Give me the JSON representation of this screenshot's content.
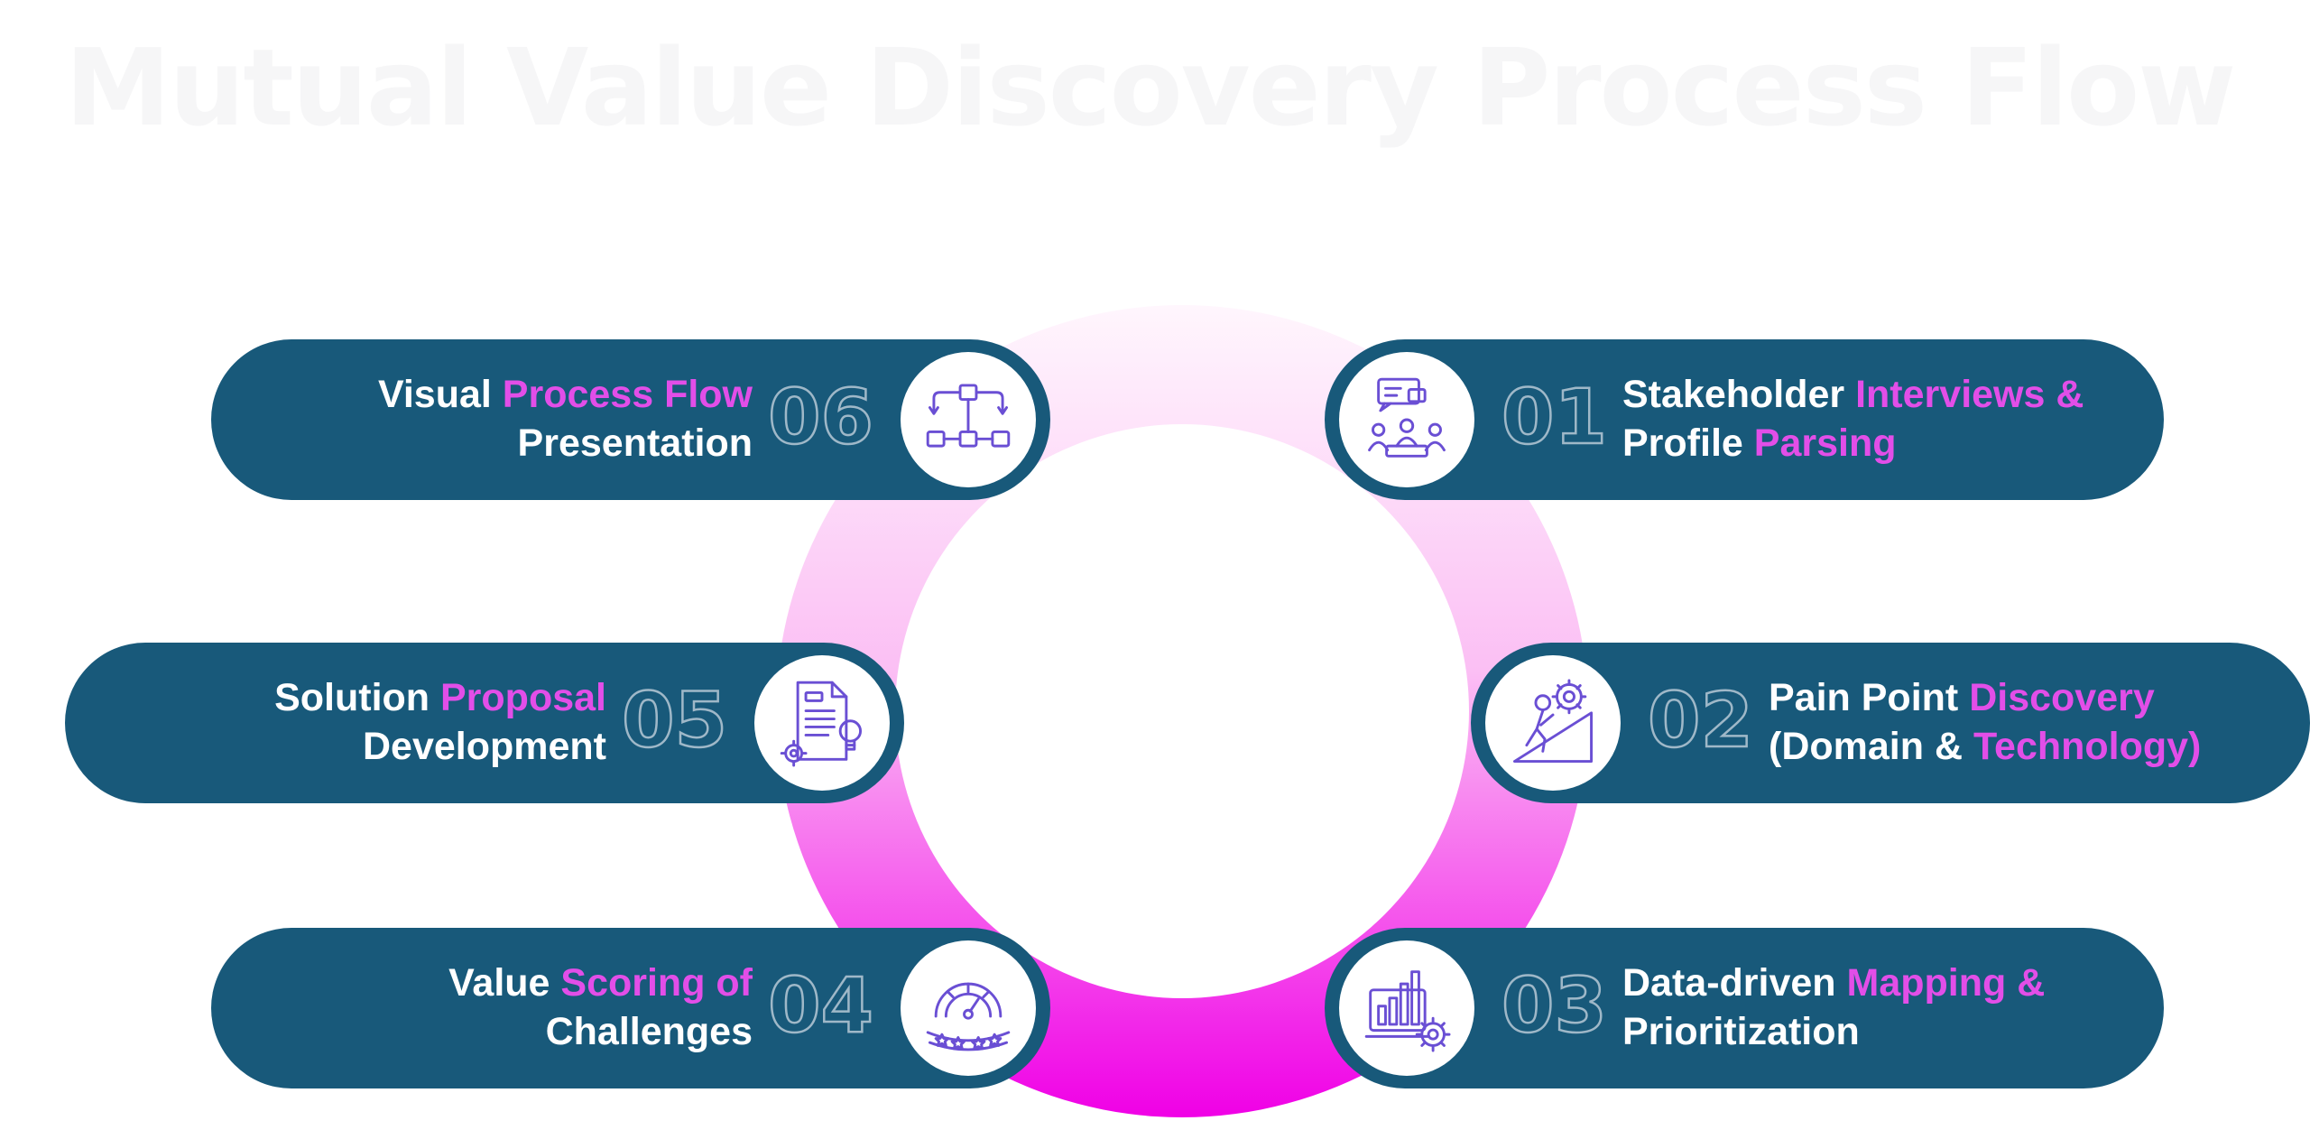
{
  "title": "Mutual Value Discovery  Process Flow",
  "colors": {
    "pill": "#18597a",
    "accent": "#e24ee8",
    "ring_top": "#fff2fc",
    "ring_bottom": "#f000e6"
  },
  "steps": [
    {
      "number": "01",
      "icon": "stakeholder-interview-icon",
      "line1": [
        "Stakeholder ",
        "Interviews &"
      ],
      "line2": [
        "Profile ",
        "Parsing"
      ]
    },
    {
      "number": "02",
      "icon": "pain-point-climb-icon",
      "line1": [
        "Pain Point ",
        "Discovery"
      ],
      "line2": [
        "(Domain & ",
        "Technology)"
      ]
    },
    {
      "number": "03",
      "icon": "analytics-gear-icon",
      "line1": [
        "Data-driven ",
        "Mapping &"
      ],
      "line2": [
        "Prioritization",
        ""
      ]
    },
    {
      "number": "04",
      "icon": "gauge-rating-icon",
      "line1": [
        "Value ",
        "Scoring of"
      ],
      "line2": [
        "Challenges",
        ""
      ]
    },
    {
      "number": "05",
      "icon": "document-idea-icon",
      "line1": [
        "Solution ",
        "Proposal"
      ],
      "line2": [
        "Development",
        ""
      ]
    },
    {
      "number": "06",
      "icon": "process-flowchart-icon",
      "line1": [
        "Visual ",
        "Process Flow"
      ],
      "line2": [
        "Presentation",
        ""
      ]
    }
  ]
}
